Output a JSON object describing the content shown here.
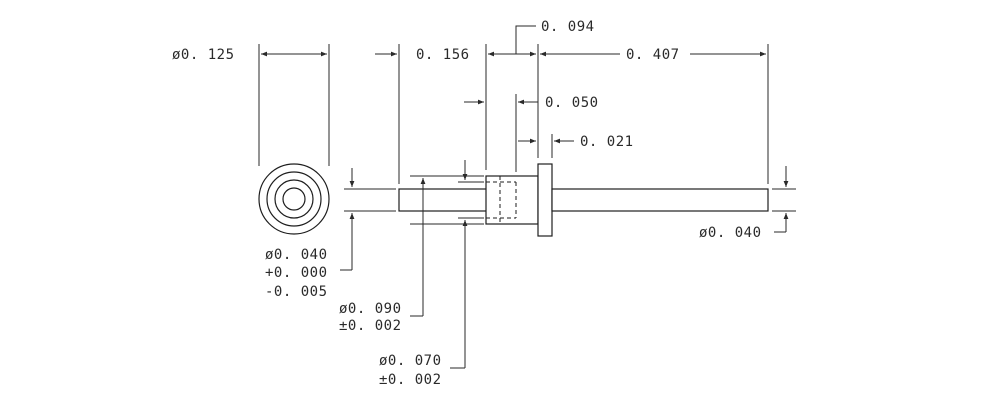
{
  "drawing": {
    "dimensions": {
      "head_diameter": "ø0. 125",
      "length_a": "0. 156",
      "length_b": "0. 094",
      "length_c": "0. 407",
      "length_d": "0. 050",
      "length_e": "0. 021",
      "pin_diameter_right": "ø0. 040",
      "pin_diameter_left": "ø0. 040",
      "pin_tol_plus": "+0. 000",
      "pin_tol_minus": "-0. 005",
      "body_diameter": "ø0. 090",
      "body_tol": "±0. 002",
      "inner_diameter": "ø0. 070",
      "inner_tol": "±0. 002"
    }
  }
}
